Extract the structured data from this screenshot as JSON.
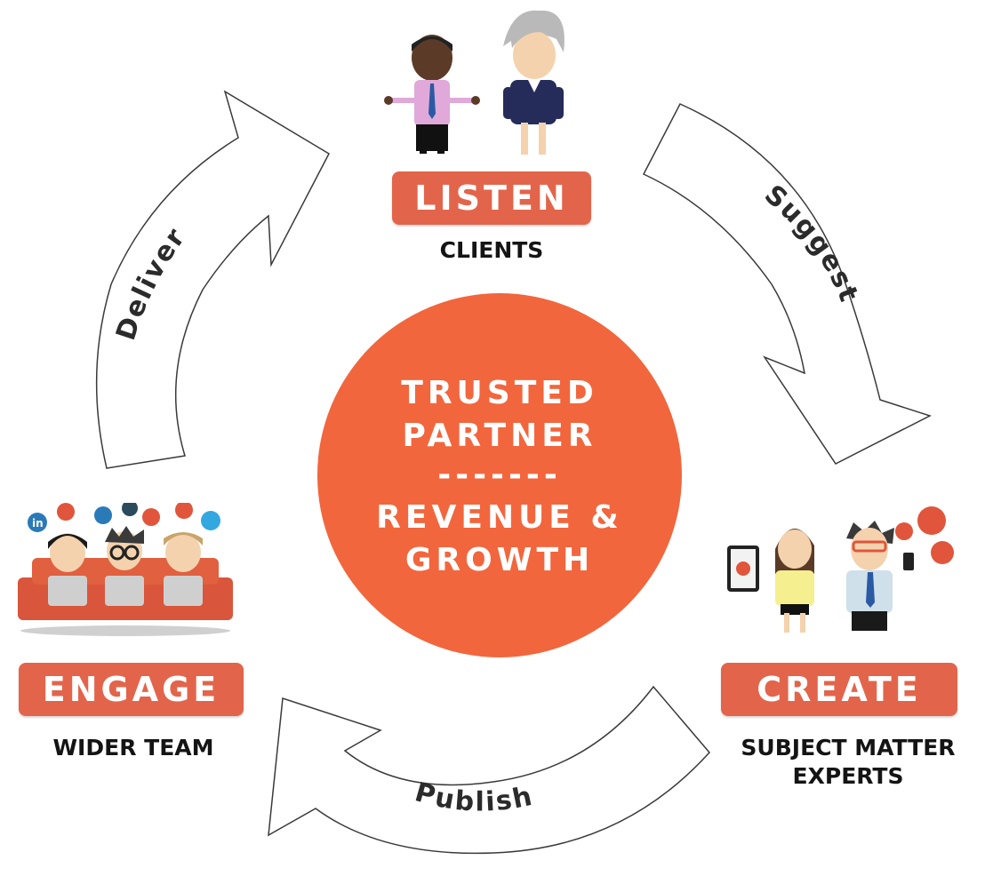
{
  "center": {
    "line1": "TRUSTED",
    "line2": "PARTNER",
    "divider": "-------",
    "line3": "REVENUE &",
    "line4": "GROWTH"
  },
  "stages": {
    "listen": {
      "label": "LISTEN",
      "subtitle": "CLIENTS"
    },
    "create": {
      "label": "CREATE",
      "subtitle_line1": "SUBJECT MATTER",
      "subtitle_line2": "EXPERTS"
    },
    "engage": {
      "label": "ENGAGE",
      "subtitle": "WIDER TEAM"
    }
  },
  "arrows": {
    "suggest": "Suggest",
    "publish": "Publish",
    "deliver": "Deliver"
  },
  "icons": {
    "linkedin": "in"
  },
  "colors": {
    "accent": "#f2663d",
    "badge": "#e2654b",
    "arrow_stroke": "#3a3a3a"
  }
}
